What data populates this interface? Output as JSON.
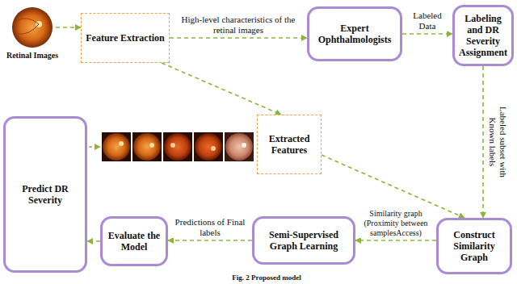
{
  "diagram": {
    "caption": "Fig. 2 Proposed model",
    "nodes": [
      {
        "text": [
          "Retinal Images"
        ]
      },
      {
        "text": [
          "Feature Extraction"
        ]
      },
      {
        "text": [
          "Expert Ophthalmologists"
        ]
      },
      {
        "text": [
          "Labeling and DR Severity Assignment"
        ]
      },
      {
        "text": [
          "Extracted Features"
        ]
      },
      {
        "text": [
          "Predict DR Severity"
        ]
      },
      {
        "text": [
          "Construct Similarity Graph"
        ]
      },
      {
        "text": [
          "Semi-Supervised Graph Learning"
        ]
      },
      {
        "text": [
          "Evaluate the Model"
        ]
      }
    ],
    "edges": [
      {
        "from": 0,
        "to": 1,
        "arrow": "to"
      },
      {
        "from": 1,
        "to": 2,
        "label": "High-level characteristics of the retinal images",
        "arrow": "to"
      },
      {
        "from": 2,
        "to": 3,
        "label": "Labeled Data",
        "arrow": "to"
      },
      {
        "from": 1,
        "to": 4,
        "arrow": "to"
      },
      {
        "from": 3,
        "to": 6,
        "label": "Labeled subset with Known labels",
        "arrow": "to"
      },
      {
        "from": 4,
        "to": 6,
        "arrow": "to"
      },
      {
        "from": 6,
        "to": 7,
        "label": "Similarity graph (Proximity between samplesAccess)",
        "arrow": "to"
      },
      {
        "from": 7,
        "to": 8,
        "label": "Predictions of Final labels",
        "arrow": "to"
      },
      {
        "from": 8,
        "to": 5,
        "arrow": "to"
      }
    ]
  }
}
